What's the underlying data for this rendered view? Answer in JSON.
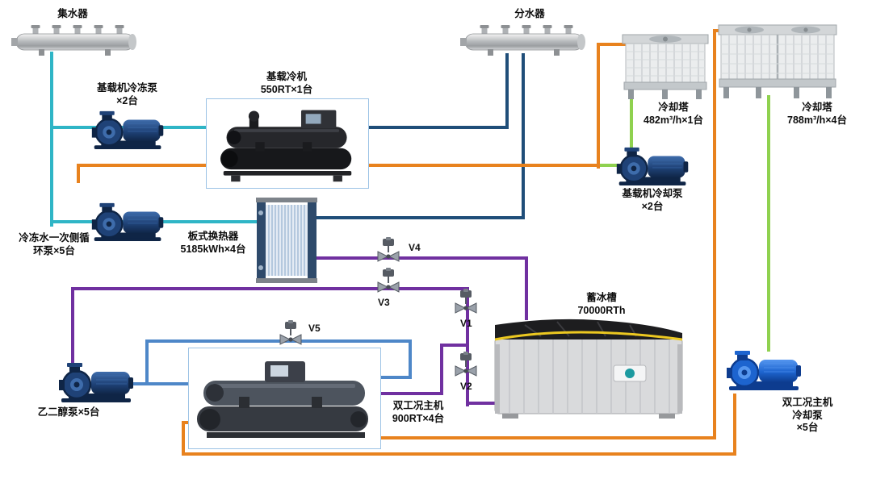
{
  "palette": {
    "teal": "#2FB5C6",
    "navy": "#1F4E79",
    "orange": "#E8821E",
    "green": "#8FD14F",
    "purple": "#7030A0",
    "blue": "#4E87C8",
    "pump_navy": "#1F4277",
    "pump_blue": "#1D64CF",
    "box_border": "#9CC3E5"
  },
  "labels": {
    "collector": [
      "集水器"
    ],
    "distributor": [
      "分水器"
    ],
    "base_chilled_pump": [
      "基载机冷冻泵",
      "×2台"
    ],
    "base_chiller": [
      "基载冷机",
      "550RT×1台"
    ],
    "tower_small": [
      "冷却塔",
      "482m³/h×1台"
    ],
    "tower_large": [
      "冷却塔",
      "788m³/h×4台"
    ],
    "base_cond_pump": [
      "基载机冷却泵",
      "×2台"
    ],
    "primary_pump": [
      "冷冻水一次侧循",
      "环泵×5台"
    ],
    "plate_hx": [
      "板式换热器",
      "5185kWh×4台"
    ],
    "ice_tank": [
      "蓄冰槽",
      "70000RTh"
    ],
    "dual_chiller": [
      "双工况主机",
      "900RT×4台"
    ],
    "glycol_pump": [
      "乙二醇泵×5台"
    ],
    "dual_cond_pump": [
      "双工况主机",
      "冷却泵",
      "×5台"
    ],
    "val": {
      "v1": "V1",
      "v2": "V2",
      "v3": "V3",
      "v4": "V4",
      "v5": "V5"
    }
  }
}
